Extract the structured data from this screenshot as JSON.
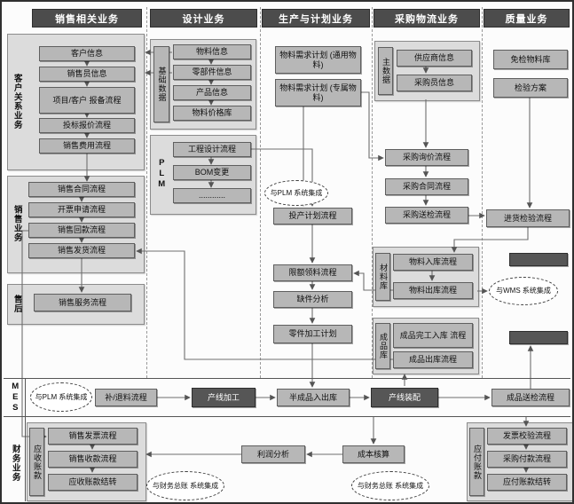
{
  "headers": {
    "sales": "销售相关业务",
    "design": "设计业务",
    "production": "生产与计划业务",
    "procurement": "采购物流业务",
    "quality": "质量业务"
  },
  "row_labels": {
    "crm": "客户关系业务",
    "sales": "销售业务",
    "after_sales": "售后",
    "base_data": "基础数据",
    "plm": "PLM",
    "master_data": "主数据",
    "material_store": "材料库",
    "finished_store": "成品库",
    "mes": "MES",
    "finance": "财务业务",
    "receivable": "应收账款",
    "payable": "应付账款"
  },
  "sales": {
    "customer_info": "客户信息",
    "salesperson_info": "销售员信息",
    "project_report": "项目/客户 报备流程",
    "bid_quote": "投标报价流程",
    "sales_expense": "销售费用流程",
    "sales_contract": "销售合同流程",
    "invoice_request": "开票申请流程",
    "sales_collection": "销售回款流程",
    "sales_delivery": "销售发货流程",
    "sales_service": "销售服务流程"
  },
  "design": {
    "material_info": "物料信息",
    "parts_info": "零部件信息",
    "product_info": "产品信息",
    "material_price": "物料价格库",
    "engineering_design": "工程设计流程",
    "bom_change": "BOM变更",
    "more_dots": "............"
  },
  "production": {
    "mrp_general": "物料需求计划 (通用物料)",
    "mrp_dedicated": "物料需求计划 (专属物料)",
    "production_plan": "投产计划流程",
    "quota_picking": "限额领料流程",
    "shortage_analysis": "缺件分析",
    "parts_machining_plan": "零件加工计划"
  },
  "procurement": {
    "supplier_info": "供应商信息",
    "buyer_info": "采购员信息",
    "purchase_inquiry": "采购询价流程",
    "purchase_contract": "采购合同流程",
    "purchase_inspection_send": "采购送检流程",
    "material_inbound": "物料入库流程",
    "material_outbound": "物料出库流程",
    "finished_inbound": "成品完工入库 流程",
    "finished_outbound": "成品出库流程"
  },
  "quality": {
    "exempt_material": "免检物料库",
    "inspection_plan": "检验方案",
    "incoming_inspection": "进货检验流程"
  },
  "mes": {
    "refill_return": "补/退料流程",
    "line_machining": "产线加工",
    "semi_in_out": "半成品入出库",
    "line_assembly": "产线装配",
    "finished_inspection_send": "成品送检流程"
  },
  "finance": {
    "sales_invoice": "销售发票流程",
    "sales_receipt": "销售收款流程",
    "ar_carryover": "应收账款结转",
    "profit_analysis": "利润分析",
    "cost_accounting": "成本核算",
    "invoice_verification": "发票校验流程",
    "purchase_payment": "采购付款流程",
    "ap_carryover": "应付账款结转"
  },
  "integrations": {
    "plm_design": "与PLM 系统集成",
    "plm_mes": "与PLM 系统集成",
    "wms": "与WMS 系统集成",
    "gl_left": "与财务总账 系统集成",
    "gl_right": "与财务总账 系统集成"
  },
  "colors": {
    "header_bg": "#4c4c4c",
    "box_bg": "#b7b7b7",
    "box_border": "#5f5f5f",
    "group_bg": "#dcdcdc",
    "dark_box_bg": "#565656",
    "connector": "#6e6e6e"
  }
}
